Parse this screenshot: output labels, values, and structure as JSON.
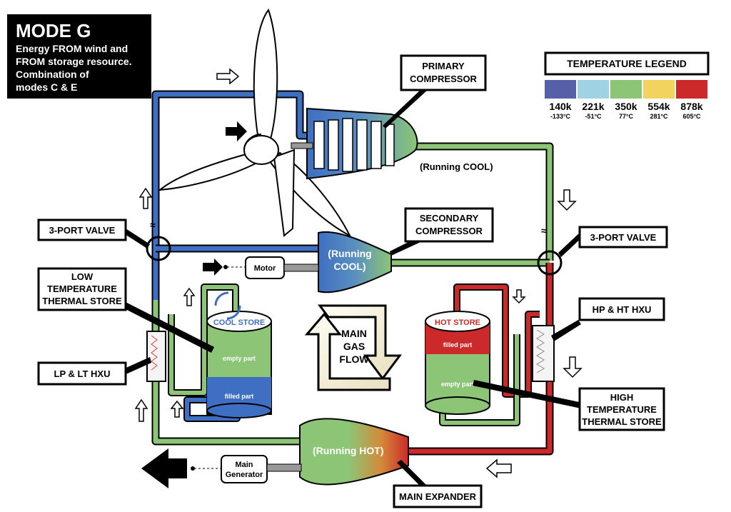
{
  "mode": {
    "title": "MODE G",
    "desc": [
      "Energy FROM wind and",
      "FROM storage resource.",
      "Combination of",
      "modes C & E"
    ]
  },
  "legend": {
    "title": "TEMPERATURE LEGEND",
    "items": [
      {
        "kelvin": "140k",
        "celsius": "-133°C",
        "color": "#5560a8"
      },
      {
        "kelvin": "221k",
        "celsius": "-51°C",
        "color": "#9fd3e4"
      },
      {
        "kelvin": "350k",
        "celsius": "77°C",
        "color": "#8cc576"
      },
      {
        "kelvin": "554k",
        "celsius": "281°C",
        "color": "#f2d35e"
      },
      {
        "kelvin": "878k",
        "celsius": "605°C",
        "color": "#cc2a2a"
      }
    ]
  },
  "labels": {
    "primary_compressor": [
      "PRIMARY",
      "COMPRESSOR"
    ],
    "primary_running": "(Running COOL)",
    "secondary_compressor": [
      "SECONDARY",
      "COMPRESSOR"
    ],
    "secondary_running": [
      "(Running",
      "COOL)"
    ],
    "valve_left": "3-PORT VALVE",
    "valve_right": "3-PORT VALVE",
    "low_store": [
      "LOW",
      "TEMPERATURE",
      "THERMAL STORE"
    ],
    "lp_hxu": "LP & LT HXU",
    "hp_hxu": "HP & HT HXU",
    "high_store": [
      "HIGH",
      "TEMPERATURE",
      "THERMAL STORE"
    ],
    "main_expander": "MAIN EXPANDER",
    "expander_running": "(Running HOT)",
    "motor": "Motor",
    "generator": [
      "Main",
      "Generator"
    ],
    "cool_store": "COOL STORE",
    "cool_empty": "empty part",
    "cool_filled": "filled part",
    "hot_store": "HOT STORE",
    "hot_filled": "filled part",
    "hot_empty": "empty part",
    "main_flow": [
      "MAIN",
      "GAS",
      "FLOW"
    ]
  },
  "colors": {
    "cold": "#3f6fc2",
    "cool": "#8cc576",
    "hot": "#cc2a2a",
    "warm": "#f2d35e"
  }
}
